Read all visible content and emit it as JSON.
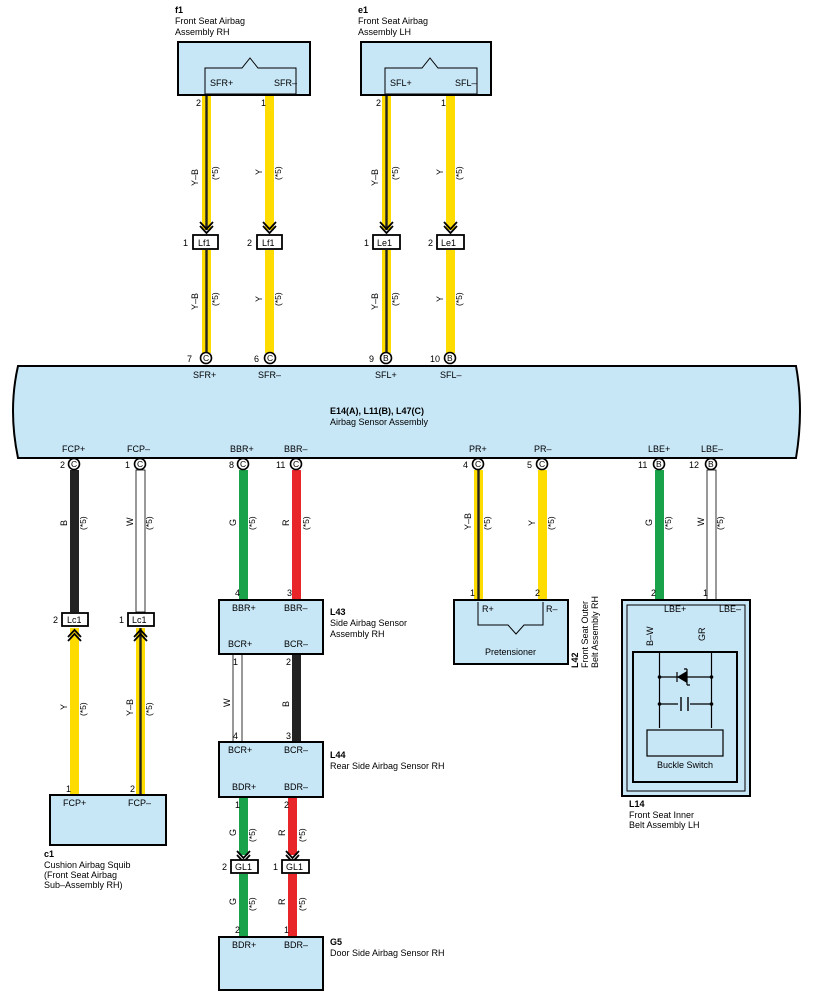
{
  "colors": {
    "Y": "#ffdc00",
    "B": "#222222",
    "W": "#ffffff",
    "G": "#1aa24a",
    "R": "#e8262a",
    "GR": "#9a9a9a",
    "box_fill": "#c7e6f6"
  },
  "components": {
    "f1": {
      "id": "f1",
      "line1": "Front Seat Airbag",
      "line2": "Assembly RH",
      "t1": "SFR+",
      "t2": "SFR–"
    },
    "e1": {
      "id": "e1",
      "line1": "Front Seat Airbag",
      "line2": "Assembly LH",
      "t1": "SFL+",
      "t2": "SFL–"
    },
    "sensor": {
      "connectors": "E14(A), L11(B), L47(C)",
      "name": "Airbag Sensor Assembly"
    },
    "L43": {
      "id": "L43",
      "line1": "Side Airbag Sensor",
      "line2": "Assembly RH",
      "t1": "BBR+",
      "t2": "BBR–",
      "t3": "BCR+",
      "t4": "BCR–"
    },
    "L44": {
      "id": "L44",
      "line1": "Rear Side Airbag Sensor RH",
      "t1": "BCR+",
      "t2": "BCR–",
      "t3": "BDR+",
      "t4": "BDR–"
    },
    "G5": {
      "id": "G5",
      "line1": "Door Side Airbag Sensor RH",
      "t1": "BDR+",
      "t2": "BDR–"
    },
    "c1": {
      "id": "c1",
      "line1": "Cushion Airbag Squib",
      "line2": "(Front Seat Airbag",
      "line3": " Sub–Assembly RH)",
      "t1": "FCP+",
      "t2": "FCP–"
    },
    "L42": {
      "id": "L42",
      "line1": "Front Seat Outer",
      "line2": "Belt Assembly RH",
      "t1": "R+",
      "t2": "R–",
      "inner": "Pretensioner"
    },
    "L14": {
      "id": "L14",
      "line1": "Front Seat Inner",
      "line2": "Belt Assembly LH",
      "t1": "LBE+",
      "t2": "LBE–",
      "inner": "Buckle Switch"
    }
  },
  "top_pins": [
    {
      "num": "7",
      "conn": "C",
      "name": "SFR+"
    },
    {
      "num": "6",
      "conn": "C",
      "name": "SFR–"
    },
    {
      "num": "9",
      "conn": "B",
      "name": "SFL+"
    },
    {
      "num": "10",
      "conn": "B",
      "name": "SFL–"
    }
  ],
  "bottom_pins": [
    {
      "num": "2",
      "conn": "C",
      "name": "FCP+"
    },
    {
      "num": "1",
      "conn": "C",
      "name": "FCP–"
    },
    {
      "num": "8",
      "conn": "C",
      "name": "BBR+"
    },
    {
      "num": "11",
      "conn": "C",
      "name": "BBR–"
    },
    {
      "num": "4",
      "conn": "C",
      "name": "PR+"
    },
    {
      "num": "5",
      "conn": "C",
      "name": "PR–"
    },
    {
      "num": "11",
      "conn": "B",
      "name": "LBE+"
    },
    {
      "num": "12",
      "conn": "B",
      "name": "LBE–"
    }
  ],
  "inline_connectors": [
    {
      "name": "Lf1",
      "pin": "1"
    },
    {
      "name": "Lf1",
      "pin": "2"
    },
    {
      "name": "Le1",
      "pin": "1"
    },
    {
      "name": "Le1",
      "pin": "2"
    },
    {
      "name": "Lc1",
      "pin": "2"
    },
    {
      "name": "Lc1",
      "pin": "1"
    },
    {
      "name": "GL1",
      "pin": "2"
    },
    {
      "name": "GL1",
      "pin": "1"
    }
  ],
  "wires": [
    {
      "code": "Y–B",
      "note": "(*5)"
    },
    {
      "code": "Y",
      "note": "(*5)"
    },
    {
      "code": "Y–B",
      "note": "(*5)"
    },
    {
      "code": "Y",
      "note": "(*5)"
    },
    {
      "code": "Y–B",
      "note": "(*5)"
    },
    {
      "code": "Y",
      "note": "(*5)"
    },
    {
      "code": "Y–B",
      "note": "(*5)"
    },
    {
      "code": "Y",
      "note": "(*5)"
    },
    {
      "code": "B",
      "note": "(*5)"
    },
    {
      "code": "W",
      "note": "(*5)"
    },
    {
      "code": "G",
      "note": "(*5)"
    },
    {
      "code": "R",
      "note": "(*5)"
    },
    {
      "code": "Y–B",
      "note": "(*5)"
    },
    {
      "code": "Y",
      "note": "(*5)"
    },
    {
      "code": "G",
      "note": "(*5)"
    },
    {
      "code": "W",
      "note": "(*5)"
    },
    {
      "code": "Y",
      "note": "(*5)"
    },
    {
      "code": "Y–B",
      "note": "(*5)"
    },
    {
      "code": "W",
      "note": ""
    },
    {
      "code": "B",
      "note": ""
    },
    {
      "code": "G",
      "note": "(*5)"
    },
    {
      "code": "R",
      "note": "(*5)"
    },
    {
      "code": "G",
      "note": "(*5)"
    },
    {
      "code": "R",
      "note": "(*5)"
    },
    {
      "code": "B–W",
      "note": ""
    },
    {
      "code": "GR",
      "note": ""
    }
  ],
  "pin_numbers": [
    "2",
    "1",
    "2",
    "1",
    "1",
    "2",
    "2",
    "1",
    "4",
    "3",
    "1",
    "2",
    "4",
    "3",
    "1",
    "2",
    "2",
    "1",
    "1",
    "2",
    "2",
    "1"
  ]
}
